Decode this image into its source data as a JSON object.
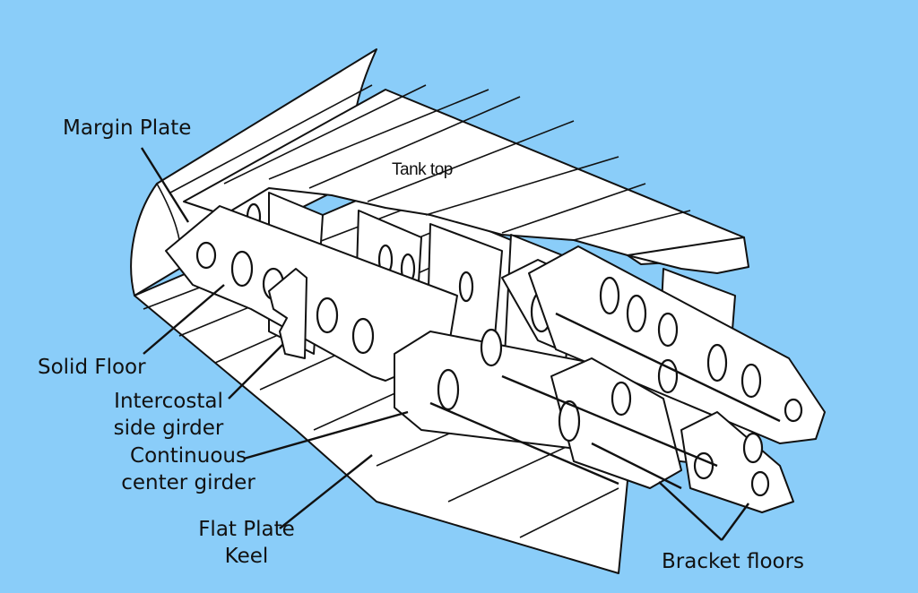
{
  "labels": {
    "tank_top": "Tank top",
    "margin_plate": "Margin Plate",
    "solid_floor": "Solid Floor",
    "intercostal_line1": "Intercostal",
    "intercostal_line2": "side girder",
    "continuous_line1": "Continuous",
    "continuous_line2": "center girder",
    "keel_line1": "Flat Plate",
    "keel_line2": "Keel",
    "bracket_floors": "Bracket floors"
  },
  "colors": {
    "background": "#8acdf9",
    "plate_fill": "#ffffff",
    "line": "#111111"
  }
}
